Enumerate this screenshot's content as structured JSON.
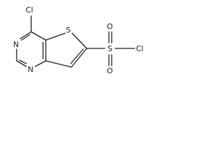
{
  "molecule": {
    "atoms": {
      "cl_top": "Cl",
      "n_upper": "N",
      "n_lower": "N",
      "s_ring": "S",
      "s_sulfonyl": "S",
      "o_top": "O",
      "o_bottom": "O",
      "cl_right": "Cl"
    }
  }
}
